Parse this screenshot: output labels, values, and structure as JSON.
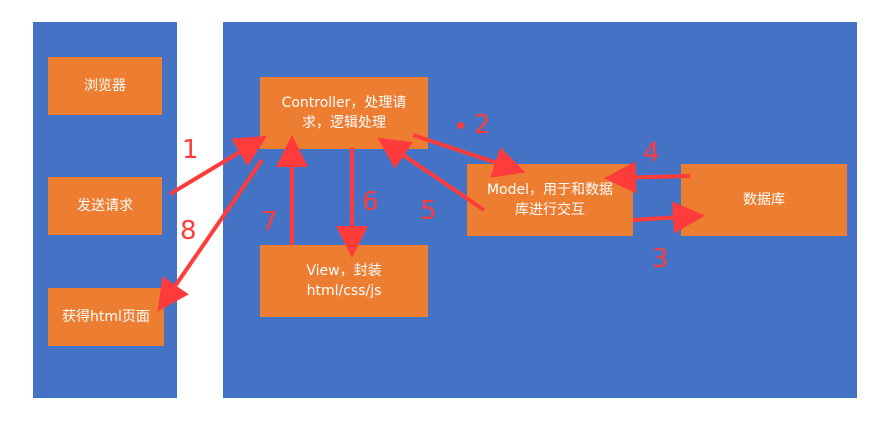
{
  "boxes": {
    "browser": "浏览器",
    "send_request": "发送请求",
    "get_html": "获得html页面",
    "controller": "Controller，处理请\n求，逻辑处理",
    "model": "Model，用于和数据\n库进行交互",
    "database": "数据库",
    "view": "View，封装\nhtml/css/js"
  },
  "steps": [
    "1",
    "2",
    "3",
    "4",
    "5",
    "6",
    "7",
    "8"
  ],
  "colors": {
    "panel": "#4472c4",
    "box": "#ed7d31",
    "arrow": "#ff3b3b",
    "text": "#ffffff"
  }
}
